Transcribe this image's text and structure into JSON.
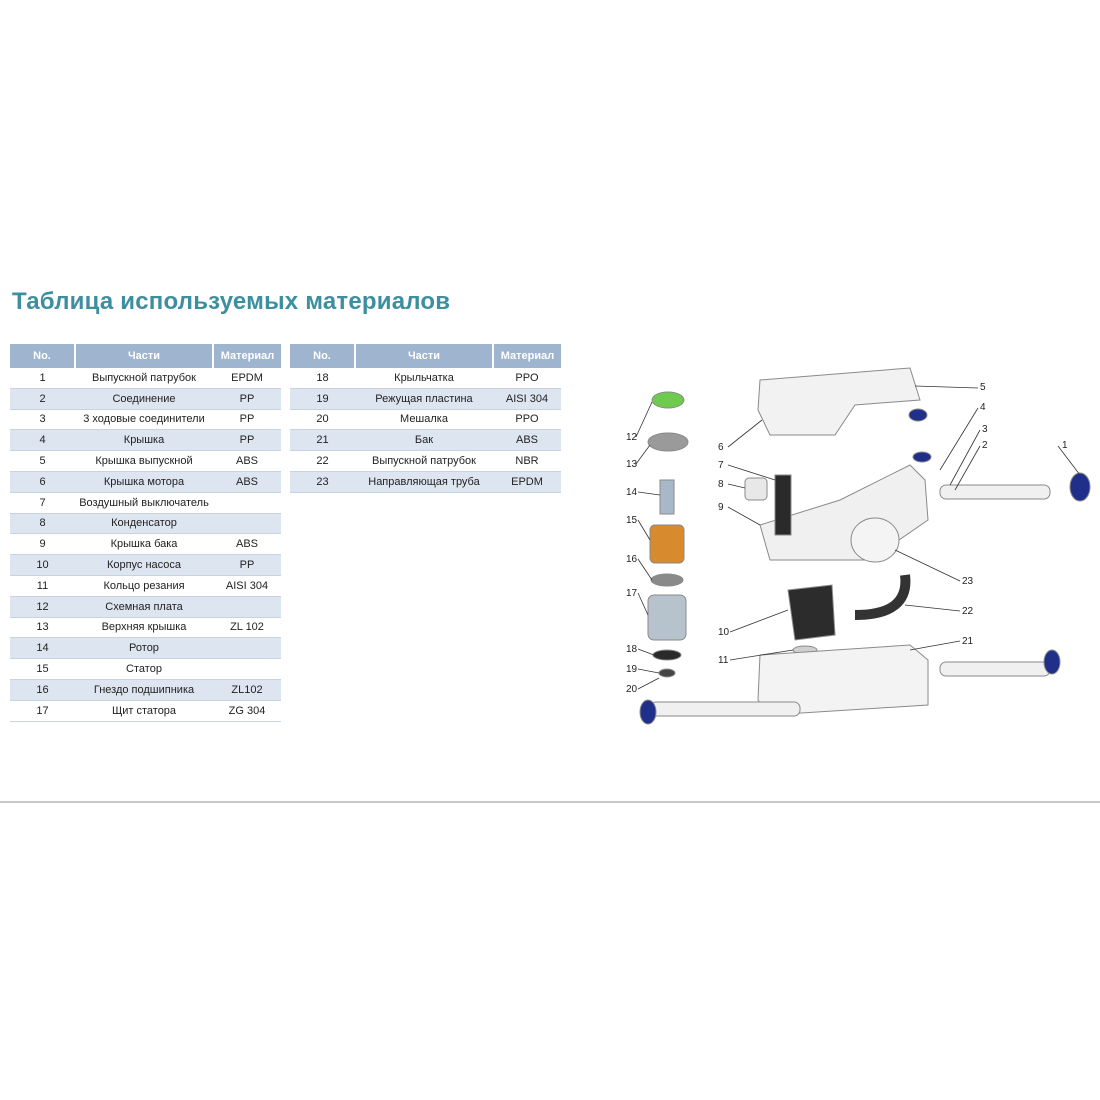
{
  "title": "Таблица используемых материалов",
  "table_left": {
    "headers": [
      "No.",
      "Части",
      "Материал"
    ],
    "rows": [
      [
        "1",
        "Выпускной патрубок",
        "EPDM"
      ],
      [
        "2",
        "Соединение",
        "PP"
      ],
      [
        "3",
        "3 ходовые соединители",
        "PP"
      ],
      [
        "4",
        "Крышка",
        "PP"
      ],
      [
        "5",
        "Крышка выпускной",
        "ABS"
      ],
      [
        "6",
        "Крышка мотора",
        "ABS"
      ],
      [
        "7",
        "Воздушный выключатель",
        ""
      ],
      [
        "8",
        "Конденсатор",
        ""
      ],
      [
        "9",
        "Крышка бака",
        "ABS"
      ],
      [
        "10",
        "Корпус насоса",
        "PP"
      ],
      [
        "11",
        "Кольцо резания",
        "AISI 304"
      ],
      [
        "12",
        "Схемная плата",
        ""
      ],
      [
        "13",
        "Верхняя крышка",
        "ZL 102"
      ],
      [
        "14",
        "Ротор",
        ""
      ],
      [
        "15",
        "Статор",
        ""
      ],
      [
        "16",
        "Гнездо подшипника",
        "ZL102"
      ],
      [
        "17",
        "Щит статора",
        "ZG 304"
      ]
    ]
  },
  "table_right": {
    "headers": [
      "No.",
      "Части",
      "Материал"
    ],
    "rows": [
      [
        "18",
        "Крыльчатка",
        "PPO"
      ],
      [
        "19",
        "Режущая пластина",
        "AISI 304"
      ],
      [
        "20",
        "Мешалка",
        "PPO"
      ],
      [
        "21",
        "Бак",
        "ABS"
      ],
      [
        "22",
        "Выпускной патрубок",
        "NBR"
      ],
      [
        "23",
        "Направляющая труба",
        "EPDM"
      ]
    ]
  },
  "diagram": {
    "callouts": [
      "1",
      "2",
      "3",
      "4",
      "5",
      "6",
      "7",
      "8",
      "9",
      "10",
      "11",
      "12",
      "13",
      "14",
      "15",
      "16",
      "17",
      "18",
      "19",
      "20",
      "21",
      "22",
      "23"
    ]
  },
  "colors": {
    "title": "#3d8fa0",
    "header_bg": "#9eb4cf",
    "row_alt": "#dde5f1",
    "seal_blue": "#1f2f8a",
    "accent_green": "#6ecb4e",
    "stator_orange": "#d88a2e"
  }
}
